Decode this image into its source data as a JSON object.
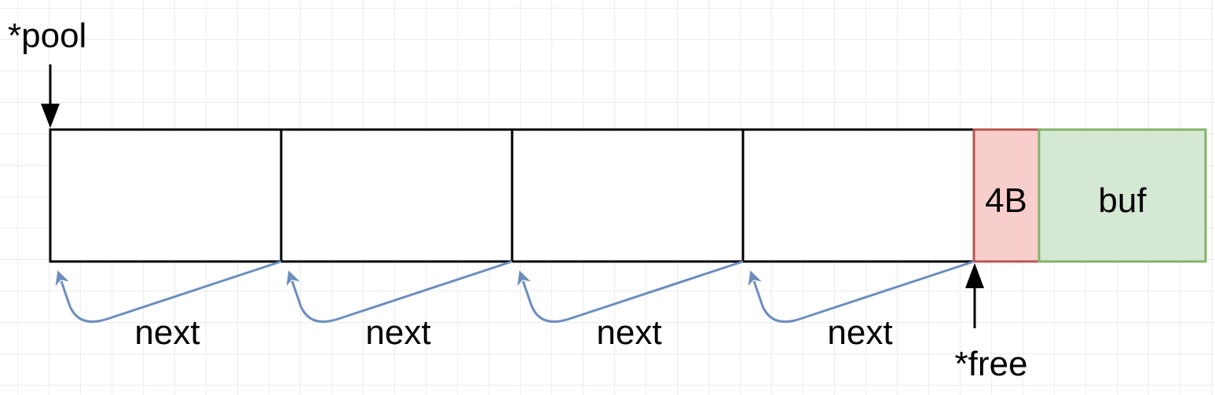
{
  "labels": {
    "pool": "*pool",
    "free": "*free",
    "header": "4B",
    "buffer": "buf",
    "links": [
      "next",
      "next",
      "next",
      "next"
    ]
  },
  "colors": {
    "block_stroke": "#000000",
    "header_fill": "#f8cecc",
    "header_stroke": "#b85450",
    "buffer_fill": "#d5e8d4",
    "buffer_stroke": "#82b366",
    "link_arrow": "#6c8ebf"
  }
}
